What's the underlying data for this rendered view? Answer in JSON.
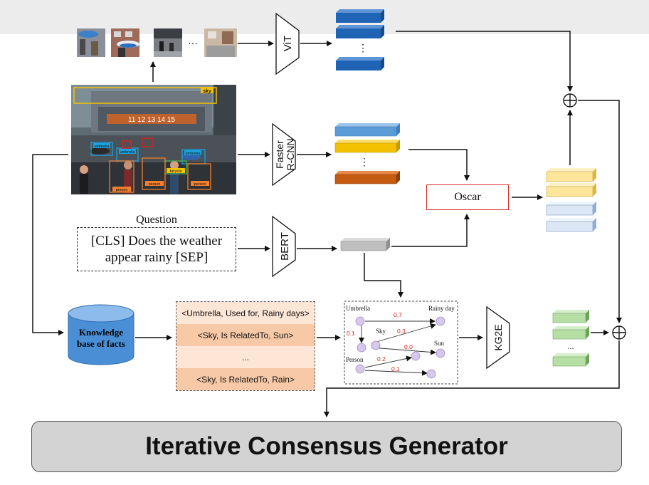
{
  "diagram": {
    "image_ellipsis": "···",
    "vit_label": "ViT",
    "rcnn_label_line1": "Faster",
    "rcnn_label_line2": "R-CNN",
    "bert_label": "BERT",
    "kg2e_label": "KG2E",
    "oscar_label": "Oscar",
    "vertical_ellipsis": "⋮",
    "kg2e_ellipsis": "...",
    "question_label": "Question",
    "question_line1": "[CLS] Does the weather",
    "question_line2": "appear rainy [SEP]",
    "knowledge_base_line1": "Knowledge",
    "knowledge_base_line2": "base of facts",
    "facts": [
      "<Umbrella, Used for, Rainy days>",
      "<Sky, Is RelatedTo, Sun>",
      "...",
      "<Sky, Is RelatedTo, Rain>"
    ],
    "graph": {
      "nodes": [
        "Umbrella",
        "Rainy day",
        "Sky",
        "Sun",
        "Person"
      ],
      "edge_weights": [
        "0.7",
        "0.1",
        "0.3",
        "0.0",
        "0.2",
        "0.1"
      ]
    },
    "scene_tags": [
      "sky",
      "umbrella",
      "umbrella",
      "umbrella",
      "bicycle",
      "person",
      "person",
      "person"
    ],
    "clock_digits": "11 12 13 14 15",
    "generator_title": "Iterative Consensus Generator",
    "plus_symbol": "⊕"
  },
  "colors": {
    "vit_features": "#1f63b5",
    "rcnn_blue": "#5b9bd5",
    "rcnn_yellow": "#f2c200",
    "rcnn_orange": "#c55a11",
    "oscar_border": "#d62b2b",
    "oscar_out_yellow": "#fde59a",
    "oscar_out_blue": "#dbe7f5",
    "bert_feature": "#bfbfbf",
    "kg2e_green": "#b6dfa6",
    "cylinder": "#4a8fd6",
    "facts_dark": "#f7c9a6",
    "facts_light": "#fde6d6",
    "graph_node": "#d6c8ea",
    "edge_weight": "#e02020"
  }
}
